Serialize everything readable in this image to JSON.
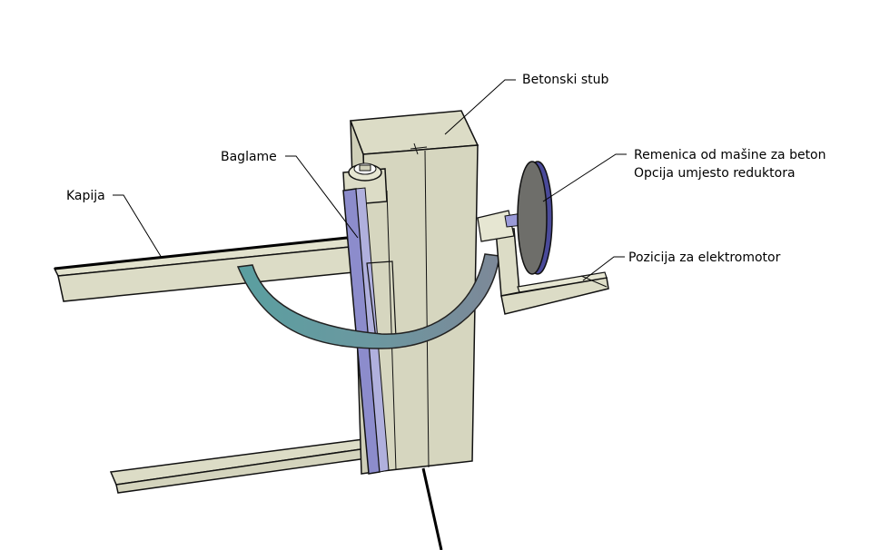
{
  "labels": {
    "betonski_stub": "Betonski stub",
    "baglame": "Baglame",
    "kapija": "Kapija",
    "remenica_line1": "Remenica od mašine za beton",
    "remenica_line2": "Opcija umjesto reduktora",
    "pozicija": "Pozicija za elektromotor"
  },
  "colors": {
    "structure": "#dcdcc6",
    "structure_shade": "#cfcfb8",
    "hinge": "#8c8ccc",
    "arc_start": "#5a9fa0",
    "arc_end": "#7d8898",
    "pulley_face": "#6e6e6a",
    "pulley_rim": "#4a4a9a",
    "shaft": "#9a9ad8",
    "outline": "#111111"
  }
}
